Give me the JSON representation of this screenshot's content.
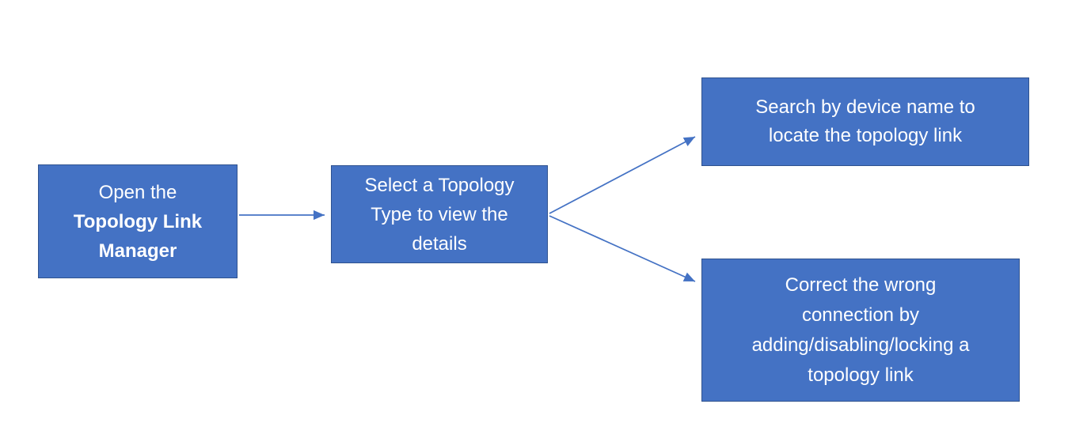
{
  "diagram": {
    "type": "flowchart",
    "colors": {
      "box_fill": "#4472C4",
      "box_border": "#2F528F",
      "arrow": "#4472C4",
      "text": "#FFFFFF",
      "background": "#FFFFFF"
    },
    "boxes": {
      "step1": {
        "label": "Open the Topology Link Manager",
        "lines": [
          "Open the",
          "Topology Link",
          "Manager"
        ],
        "bold_part": "Topology Link Manager"
      },
      "step2": {
        "label": "Select a Topology Type to view the details",
        "lines": [
          "Select a Topology",
          "Type to view the",
          "details"
        ]
      },
      "branch_top": {
        "label": "Search by device name to locate the topology link",
        "lines": [
          "Search by device name to",
          "locate the topology link"
        ]
      },
      "branch_bottom": {
        "label": "Correct the wrong connection by adding/disabling/locking a topology link",
        "lines": [
          "Correct the wrong",
          "connection by",
          "adding/disabling/locking a",
          "topology link"
        ]
      }
    },
    "connections": [
      {
        "from": "step1",
        "to": "step2"
      },
      {
        "from": "step2",
        "to": "branch_top"
      },
      {
        "from": "step2",
        "to": "branch_bottom"
      }
    ]
  }
}
